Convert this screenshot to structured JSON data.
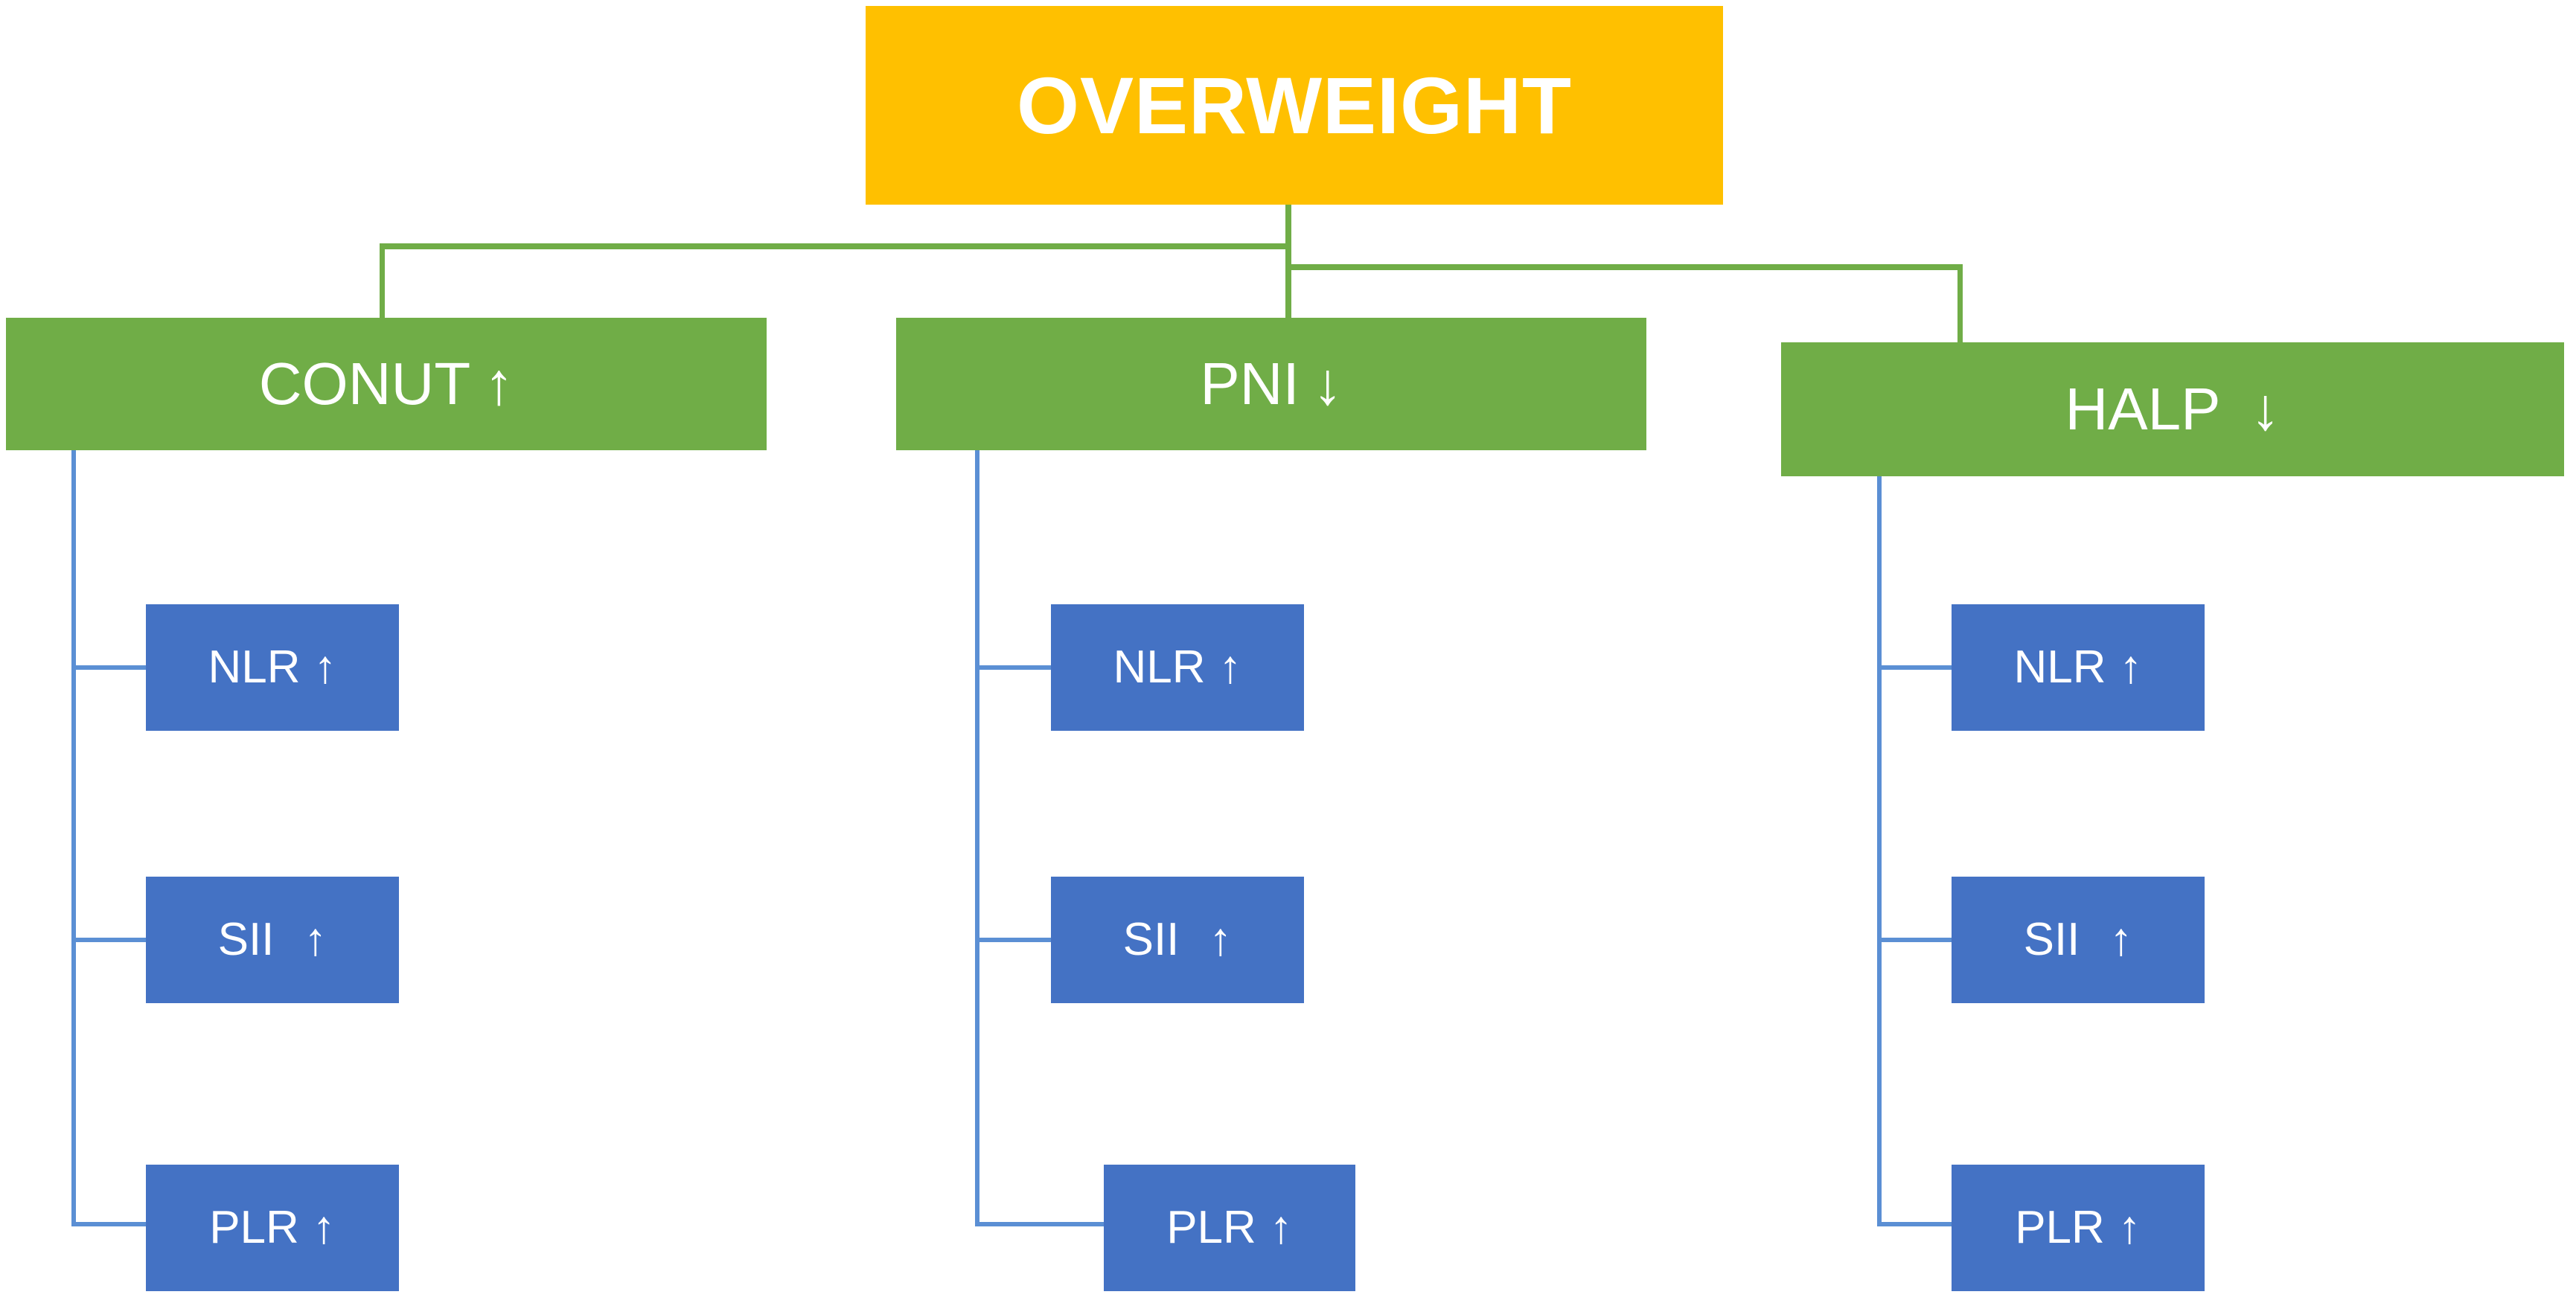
{
  "diagram": {
    "title": "OVERWEIGHT",
    "root": {
      "label": "OVERWEIGHT",
      "color": "#FFC000"
    },
    "index_color": "#70AD47",
    "marker_color": "#4472C4",
    "connector_green": "#70AD47",
    "connector_blue": "#5B8FD4",
    "arrow_up": "↑",
    "arrow_down": "↓",
    "branches": [
      {
        "name": "CONUT",
        "direction": "↑",
        "markers": [
          {
            "name": "NLR",
            "direction": "↑"
          },
          {
            "name": "SII",
            "direction": "↑"
          },
          {
            "name": "PLR",
            "direction": "↑"
          }
        ]
      },
      {
        "name": "PNI",
        "direction": "↓",
        "markers": [
          {
            "name": "NLR",
            "direction": "↑"
          },
          {
            "name": "SII",
            "direction": "↑"
          },
          {
            "name": "PLR",
            "direction": "↑"
          }
        ]
      },
      {
        "name": "HALP",
        "direction": "↓",
        "markers": [
          {
            "name": "NLR",
            "direction": "↑"
          },
          {
            "name": "SII",
            "direction": "↑"
          },
          {
            "name": "PLR",
            "direction": "↑"
          }
        ]
      }
    ]
  }
}
